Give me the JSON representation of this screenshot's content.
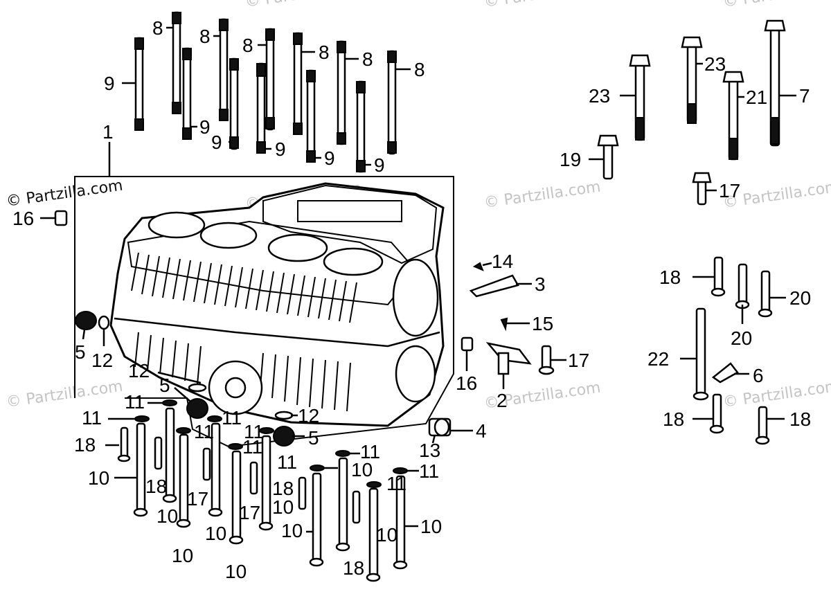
{
  "watermark": {
    "primary": "© Partzilla.com",
    "repeat": "© Partzilla.com"
  },
  "callouts": [
    {
      "id": "c1",
      "text": "1"
    },
    {
      "id": "c2",
      "text": "2"
    },
    {
      "id": "c3",
      "text": "3"
    },
    {
      "id": "c4",
      "text": "4"
    },
    {
      "id": "c5a",
      "text": "5"
    },
    {
      "id": "c5b",
      "text": "5"
    },
    {
      "id": "c5c",
      "text": "5"
    },
    {
      "id": "c6",
      "text": "6"
    },
    {
      "id": "c7",
      "text": "7"
    },
    {
      "id": "c8a",
      "text": "8"
    },
    {
      "id": "c8b",
      "text": "8"
    },
    {
      "id": "c8c",
      "text": "8"
    },
    {
      "id": "c8d",
      "text": "8"
    },
    {
      "id": "c8e",
      "text": "8"
    },
    {
      "id": "c8f",
      "text": "8"
    },
    {
      "id": "c9a",
      "text": "9"
    },
    {
      "id": "c9b",
      "text": "9"
    },
    {
      "id": "c9c",
      "text": "9"
    },
    {
      "id": "c9d",
      "text": "9"
    },
    {
      "id": "c9e",
      "text": "9"
    },
    {
      "id": "c9f",
      "text": "9"
    },
    {
      "id": "c10a",
      "text": "10"
    },
    {
      "id": "c10b",
      "text": "10"
    },
    {
      "id": "c10c",
      "text": "10"
    },
    {
      "id": "c10d",
      "text": "10"
    },
    {
      "id": "c10e",
      "text": "10"
    },
    {
      "id": "c10f",
      "text": "10"
    },
    {
      "id": "c10g",
      "text": "10"
    },
    {
      "id": "c10h",
      "text": "10"
    },
    {
      "id": "c10i",
      "text": "10"
    },
    {
      "id": "c10j",
      "text": "10"
    },
    {
      "id": "c11a",
      "text": "11"
    },
    {
      "id": "c11b",
      "text": "11"
    },
    {
      "id": "c11c",
      "text": "11"
    },
    {
      "id": "c11d",
      "text": "11"
    },
    {
      "id": "c11e",
      "text": "11"
    },
    {
      "id": "c11f",
      "text": "11"
    },
    {
      "id": "c11g",
      "text": "11"
    },
    {
      "id": "c11h",
      "text": "11"
    },
    {
      "id": "c11i",
      "text": "11"
    },
    {
      "id": "c11j",
      "text": "11"
    },
    {
      "id": "c12a",
      "text": "12"
    },
    {
      "id": "c12b",
      "text": "12"
    },
    {
      "id": "c12c",
      "text": "12"
    },
    {
      "id": "c13",
      "text": "13"
    },
    {
      "id": "c14",
      "text": "14"
    },
    {
      "id": "c15",
      "text": "15"
    },
    {
      "id": "c16a",
      "text": "16"
    },
    {
      "id": "c16b",
      "text": "16"
    },
    {
      "id": "c17a",
      "text": "17"
    },
    {
      "id": "c17b",
      "text": "17"
    },
    {
      "id": "c17c",
      "text": "17"
    },
    {
      "id": "c17d",
      "text": "17"
    },
    {
      "id": "c18a",
      "text": "18"
    },
    {
      "id": "c18b",
      "text": "18"
    },
    {
      "id": "c18c",
      "text": "18"
    },
    {
      "id": "c18d",
      "text": "18"
    },
    {
      "id": "c18e",
      "text": "18"
    },
    {
      "id": "c18f",
      "text": "18"
    },
    {
      "id": "c18g",
      "text": "18"
    },
    {
      "id": "c19",
      "text": "19"
    },
    {
      "id": "c20a",
      "text": "20"
    },
    {
      "id": "c20b",
      "text": "20"
    },
    {
      "id": "c21",
      "text": "21"
    },
    {
      "id": "c22",
      "text": "22"
    },
    {
      "id": "c23a",
      "text": "23"
    },
    {
      "id": "c23b",
      "text": "23"
    }
  ]
}
